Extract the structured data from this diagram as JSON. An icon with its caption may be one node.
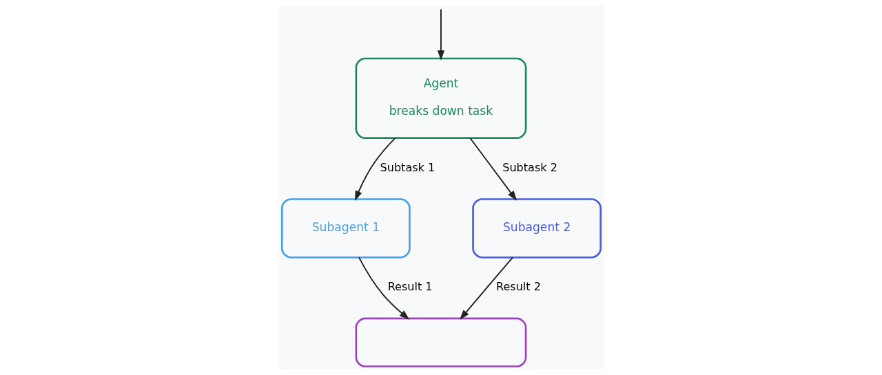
{
  "diagram": {
    "nodes": [
      {
        "text": [
          "Agent",
          "breaks down task"
        ]
      },
      {
        "text": [
          "Subagent 1"
        ]
      },
      {
        "text": [
          "Subagent 2"
        ]
      },
      {
        "text": [],
        "shape": "box"
      }
    ],
    "edges": [
      {
        "from": null,
        "to": 0,
        "arrow": "to"
      },
      {
        "from": 0,
        "to": 1,
        "arrow": "to",
        "label": "Subtask 1"
      },
      {
        "from": 0,
        "to": 2,
        "arrow": "to",
        "label": "Subtask 2"
      },
      {
        "from": 1,
        "to": 3,
        "arrow": "to",
        "label": "Result 1"
      },
      {
        "from": 2,
        "to": 3,
        "arrow": "to",
        "label": "Result 2"
      }
    ]
  }
}
